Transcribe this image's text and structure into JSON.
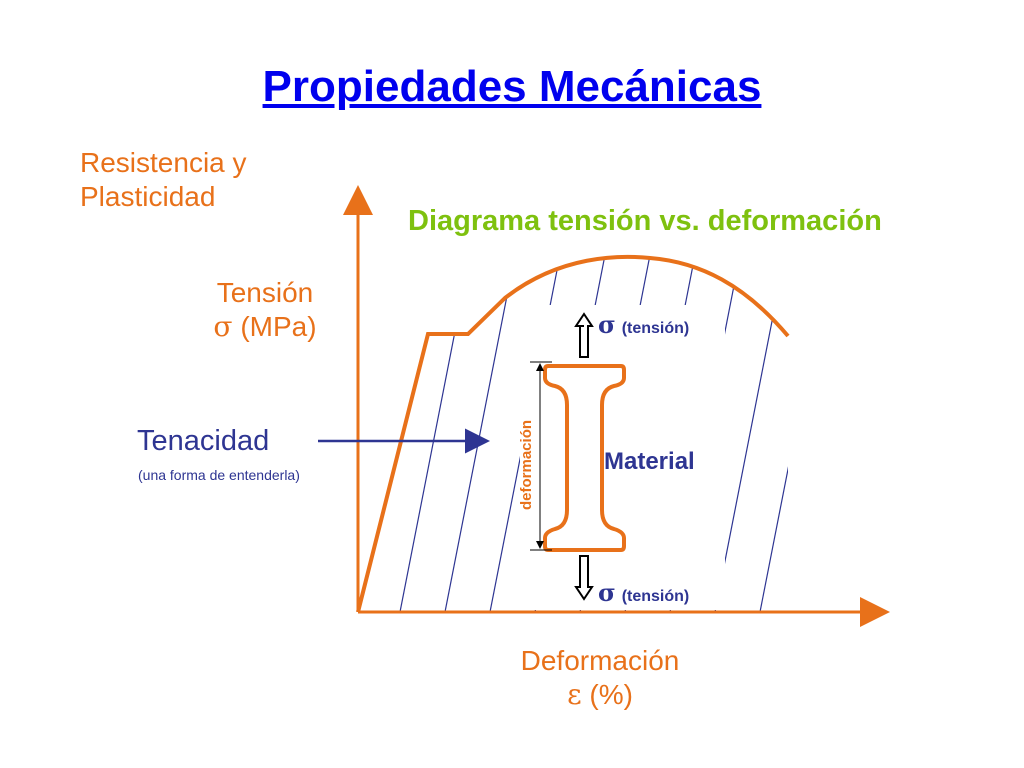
{
  "title": "Propiedades Mecánicas",
  "section_label_line1": "Resistencia y",
  "section_label_line2": "Plasticidad",
  "subtitle": "Diagrama tensión vs. deformación",
  "y_axis": {
    "line1": "Tensión",
    "symbol": "σ",
    "unit": "(MPa)"
  },
  "x_axis": {
    "line1": "Deformación",
    "symbol": "ε",
    "unit": "(%)"
  },
  "tenacidad": {
    "label": "Tenacidad",
    "note": "(una forma de entenderla)"
  },
  "specimen": {
    "label": "Material",
    "length_label": "deformación",
    "top_force": {
      "symbol": "σ",
      "text": "(tensión)"
    },
    "bottom_force": {
      "symbol": "σ",
      "text": "(tensión)"
    }
  },
  "colors": {
    "title": "#0000ee",
    "accent": "#e8711a",
    "subtitle": "#7ec10f",
    "label": "#2e3592",
    "hatch": "#2e3592"
  }
}
